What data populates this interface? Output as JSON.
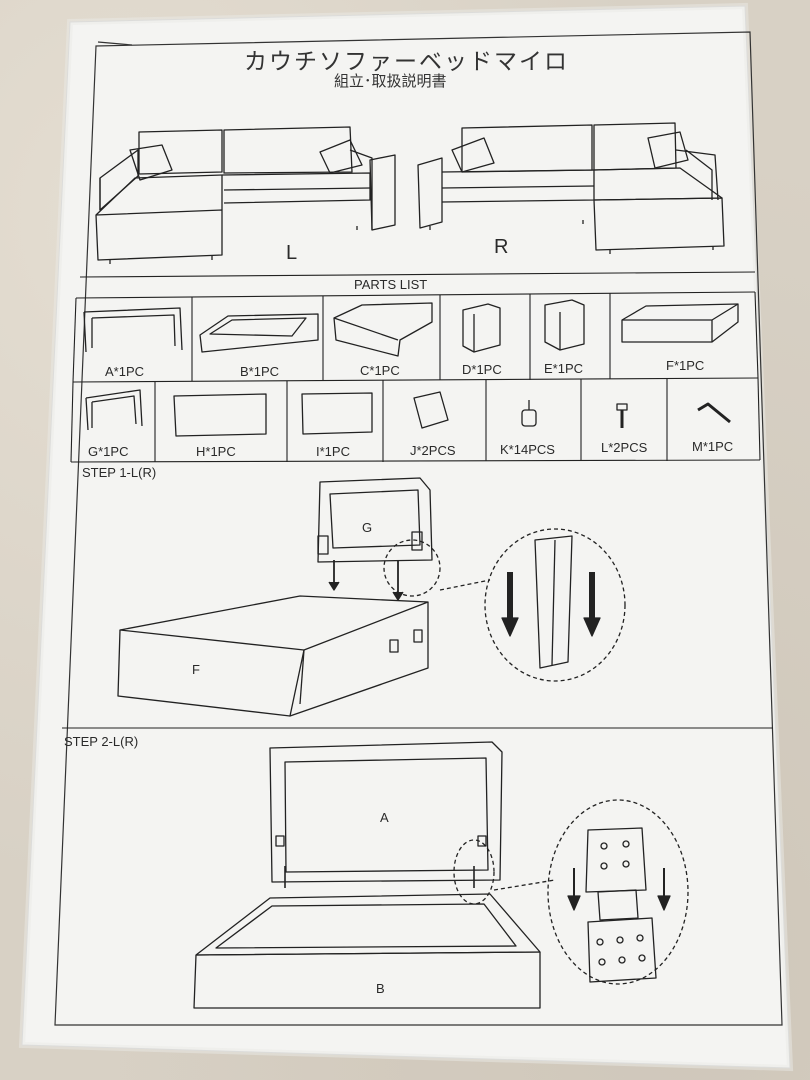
{
  "header": {
    "title": "カウチソファーベッドマイロ",
    "subtitle": "組立･取扱説明書"
  },
  "overview": {
    "left_label": "L",
    "right_label": "R"
  },
  "parts_list": {
    "heading": "PARTS LIST",
    "row1": [
      "A*1PC",
      "B*1PC",
      "C*1PC",
      "D*1PC",
      "E*1PC",
      "F*1PC"
    ],
    "row2": [
      "G*1PC",
      "H*1PC",
      "I*1PC",
      "J*2PCS",
      "K*14PCS",
      "L*2PCS",
      "M*1PC"
    ]
  },
  "step1": {
    "heading": "STEP 1-L(R)",
    "back_label": "G",
    "base_label": "F"
  },
  "step2": {
    "heading": "STEP 2-L(R)",
    "back_label": "A",
    "base_label": "B"
  }
}
